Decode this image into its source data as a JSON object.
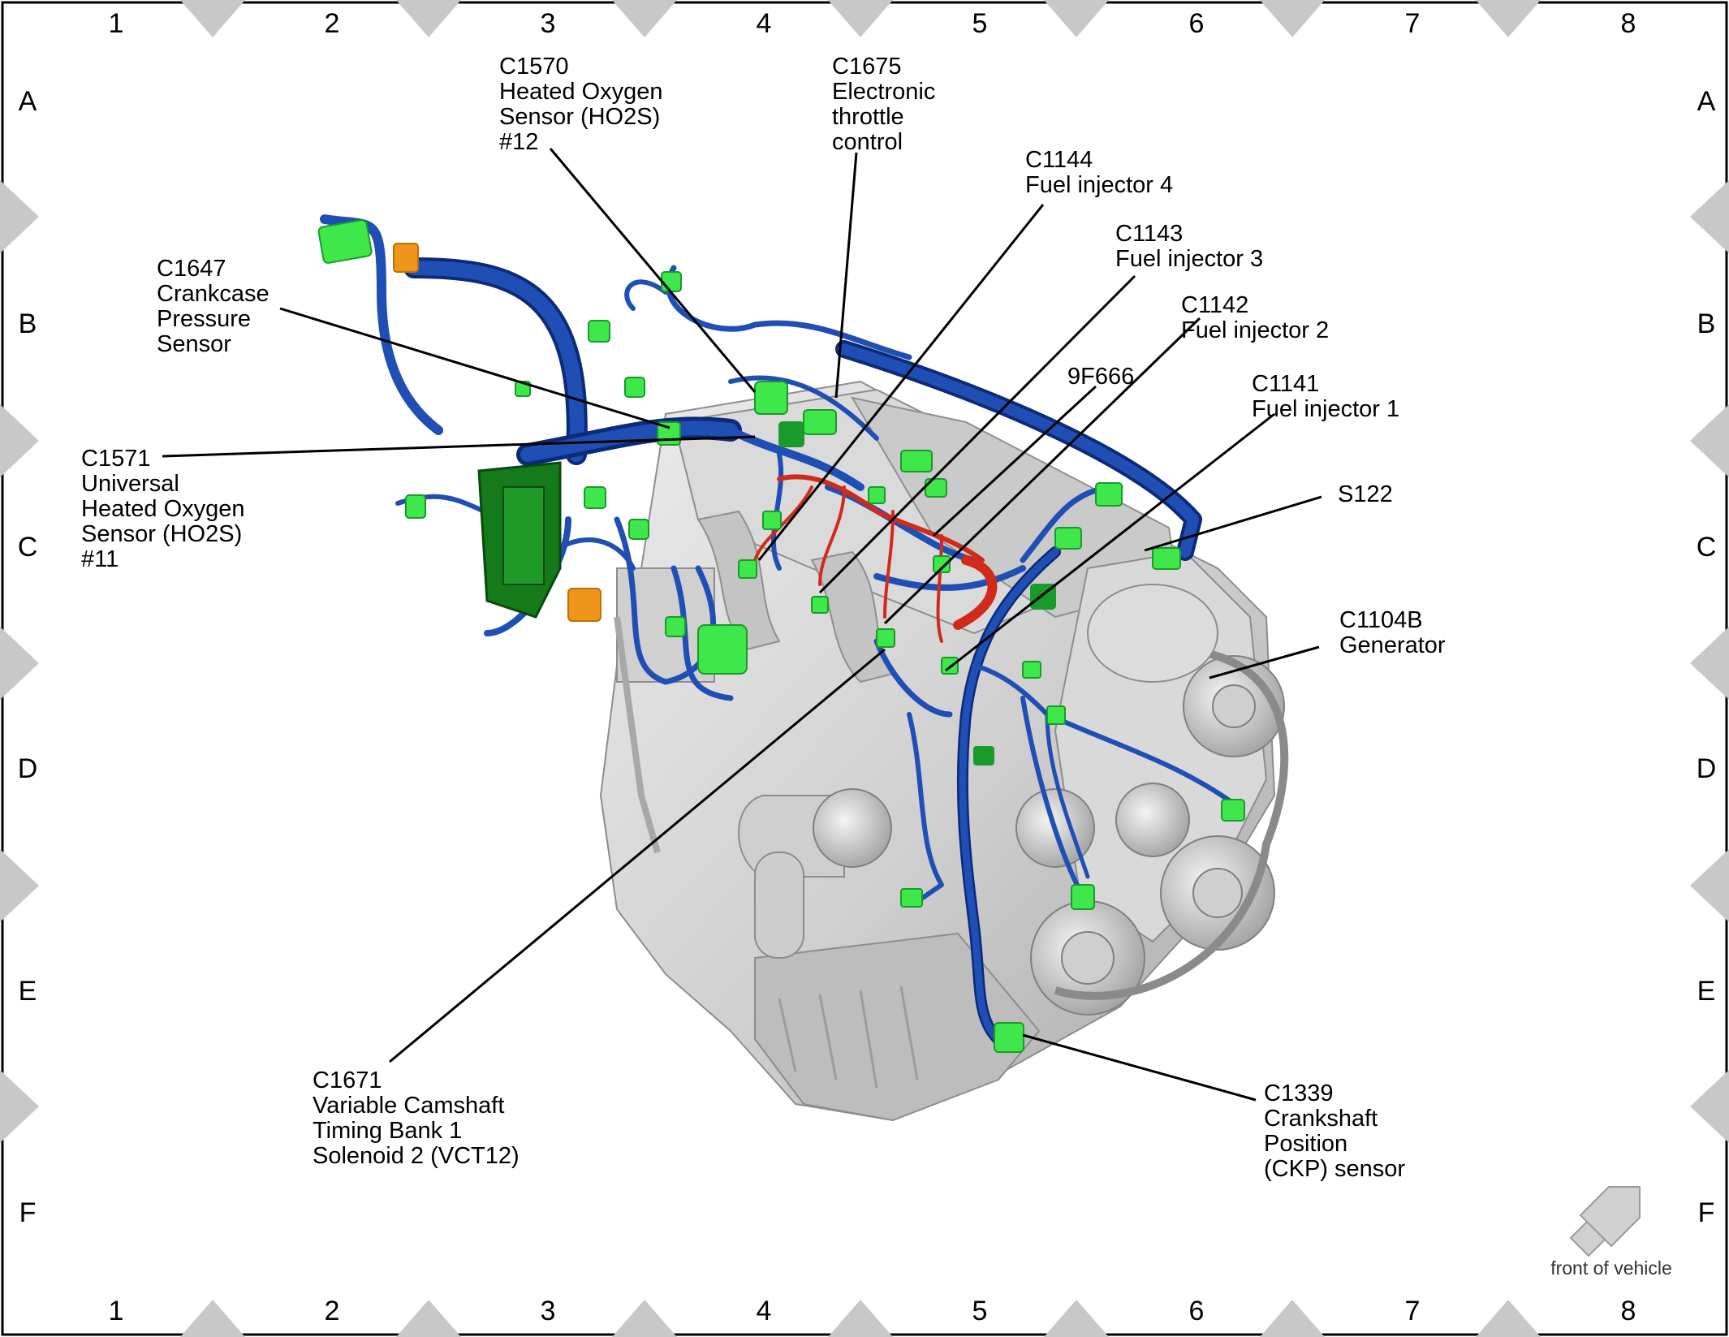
{
  "grid": {
    "columns": [
      "1",
      "2",
      "3",
      "4",
      "5",
      "6",
      "7",
      "8"
    ],
    "rows": [
      "A",
      "B",
      "C",
      "D",
      "E",
      "F"
    ]
  },
  "callouts": [
    {
      "id": "c1570",
      "lines": [
        "C1570",
        "Heated Oxygen",
        "Sensor (HO2S)",
        "#12"
      ]
    },
    {
      "id": "c1675",
      "lines": [
        "C1675",
        "Electronic",
        "throttle",
        "control"
      ]
    },
    {
      "id": "c1144",
      "lines": [
        "C1144",
        "Fuel injector 4"
      ]
    },
    {
      "id": "c1143",
      "lines": [
        "C1143",
        "Fuel injector 3"
      ]
    },
    {
      "id": "c1142",
      "lines": [
        "C1142",
        "Fuel injector 2"
      ]
    },
    {
      "id": "c9f666",
      "lines": [
        "9F666"
      ]
    },
    {
      "id": "c1141",
      "lines": [
        "C1141",
        "Fuel injector 1"
      ]
    },
    {
      "id": "c1647",
      "lines": [
        "C1647",
        "Crankcase",
        "Pressure",
        "Sensor"
      ]
    },
    {
      "id": "c1571",
      "lines": [
        "C1571",
        "Universal",
        "Heated Oxygen",
        "Sensor (HO2S)",
        "#11"
      ]
    },
    {
      "id": "s122",
      "lines": [
        "S122"
      ]
    },
    {
      "id": "c1104b",
      "lines": [
        "C1104B",
        "Generator"
      ]
    },
    {
      "id": "c1671",
      "lines": [
        "C1671",
        "Variable Camshaft",
        "Timing Bank 1",
        "Solenoid 2 (VCT12)"
      ]
    },
    {
      "id": "c1339",
      "lines": [
        "C1339",
        "Crankshaft",
        "Position",
        "(CKP) sensor"
      ]
    }
  ],
  "orientation": {
    "label": "front of vehicle"
  },
  "colors": {
    "harness": "#1f4fb5",
    "harness_dark": "#0b2a7a",
    "connector": "#3ee84a",
    "connector_dark": "#1a9a2a",
    "injector_wire": "#d22a1a",
    "orange": "#f0951c",
    "engine": "#d6d6d6",
    "engine_shade": "#b5b5b5",
    "tab": "#c8c8c8"
  }
}
